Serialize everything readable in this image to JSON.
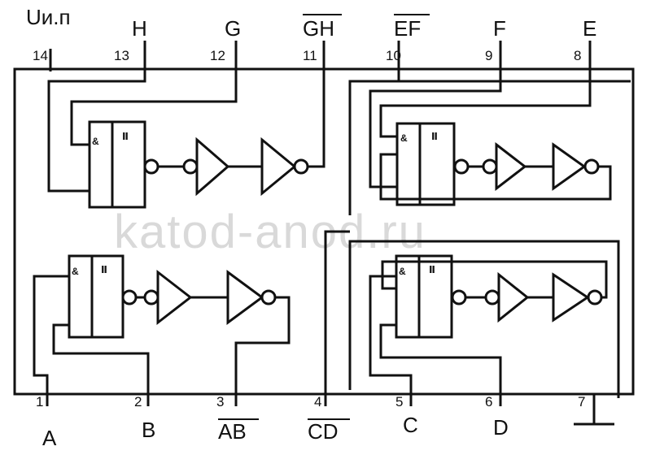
{
  "supply_label": "Uи.п",
  "watermark": "katod-anod.ru",
  "top_pins": [
    {
      "num": "14",
      "signal": ""
    },
    {
      "num": "13",
      "signal": "H"
    },
    {
      "num": "12",
      "signal": "G"
    },
    {
      "num": "11",
      "signal": "GH",
      "inverted": true
    },
    {
      "num": "10",
      "signal": "EF",
      "inverted": true
    },
    {
      "num": "9",
      "signal": "F"
    },
    {
      "num": "8",
      "signal": "E"
    }
  ],
  "bottom_pins": [
    {
      "num": "1",
      "signal": "A"
    },
    {
      "num": "2",
      "signal": "B"
    },
    {
      "num": "3",
      "signal": "AB",
      "inverted": true
    },
    {
      "num": "4",
      "signal": "CD",
      "inverted": true
    },
    {
      "num": "5",
      "signal": "C"
    },
    {
      "num": "6",
      "signal": "D"
    },
    {
      "num": "7",
      "signal": ""
    }
  ],
  "gate_labels": {
    "and": "&",
    "schmitt": "Ⅱ"
  }
}
